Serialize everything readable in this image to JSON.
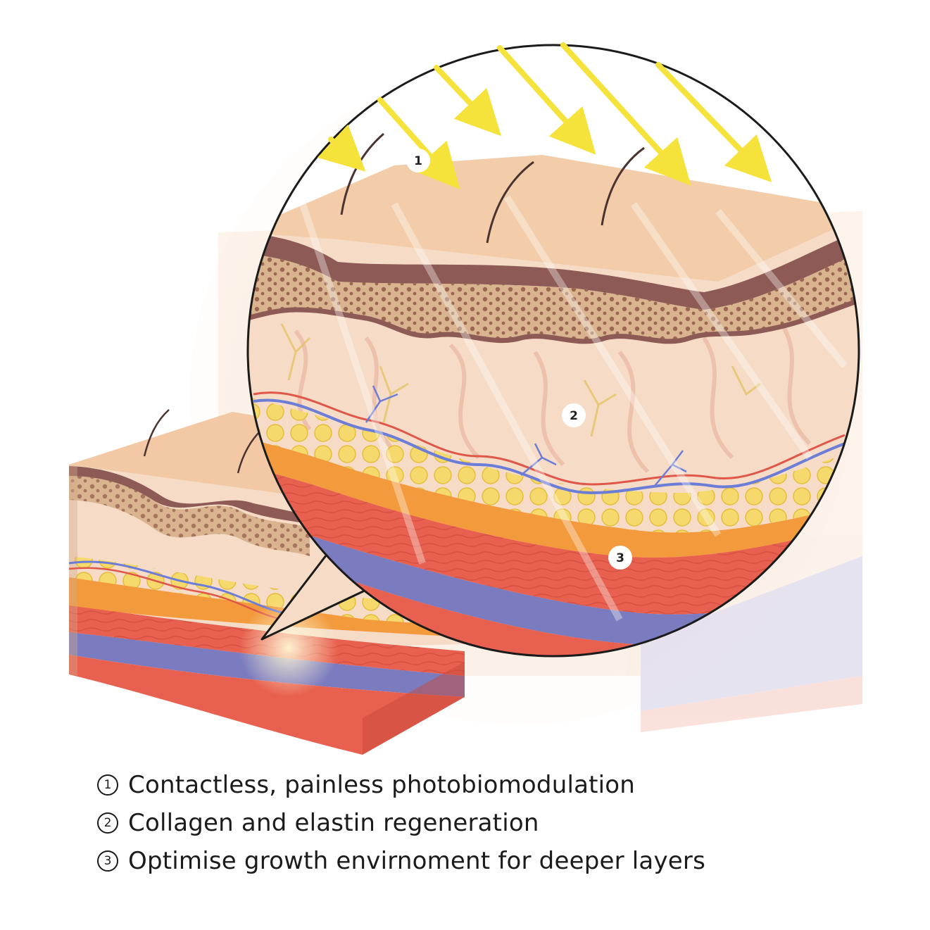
{
  "figure": {
    "markers": [
      "1",
      "2",
      "3"
    ]
  },
  "legend": {
    "items": [
      {
        "number": "1",
        "text": "Contactless, painless photobiomodulation"
      },
      {
        "number": "2",
        "text": "Collagen and elastin regeneration"
      },
      {
        "number": "3",
        "text": "Optimise growth envirnoment for deeper layers"
      }
    ]
  },
  "colors": {
    "epidermis": "#f2c9a4",
    "stratum": "#8e5a55",
    "papillary": "#d9b48f",
    "dermis": "#f6dcc7",
    "fat": "#f1d25a",
    "fascia": "#f39a3c",
    "muscle": "#e8604f",
    "vein": "#7b7bbf",
    "light_arrow": "#f5e23a"
  }
}
